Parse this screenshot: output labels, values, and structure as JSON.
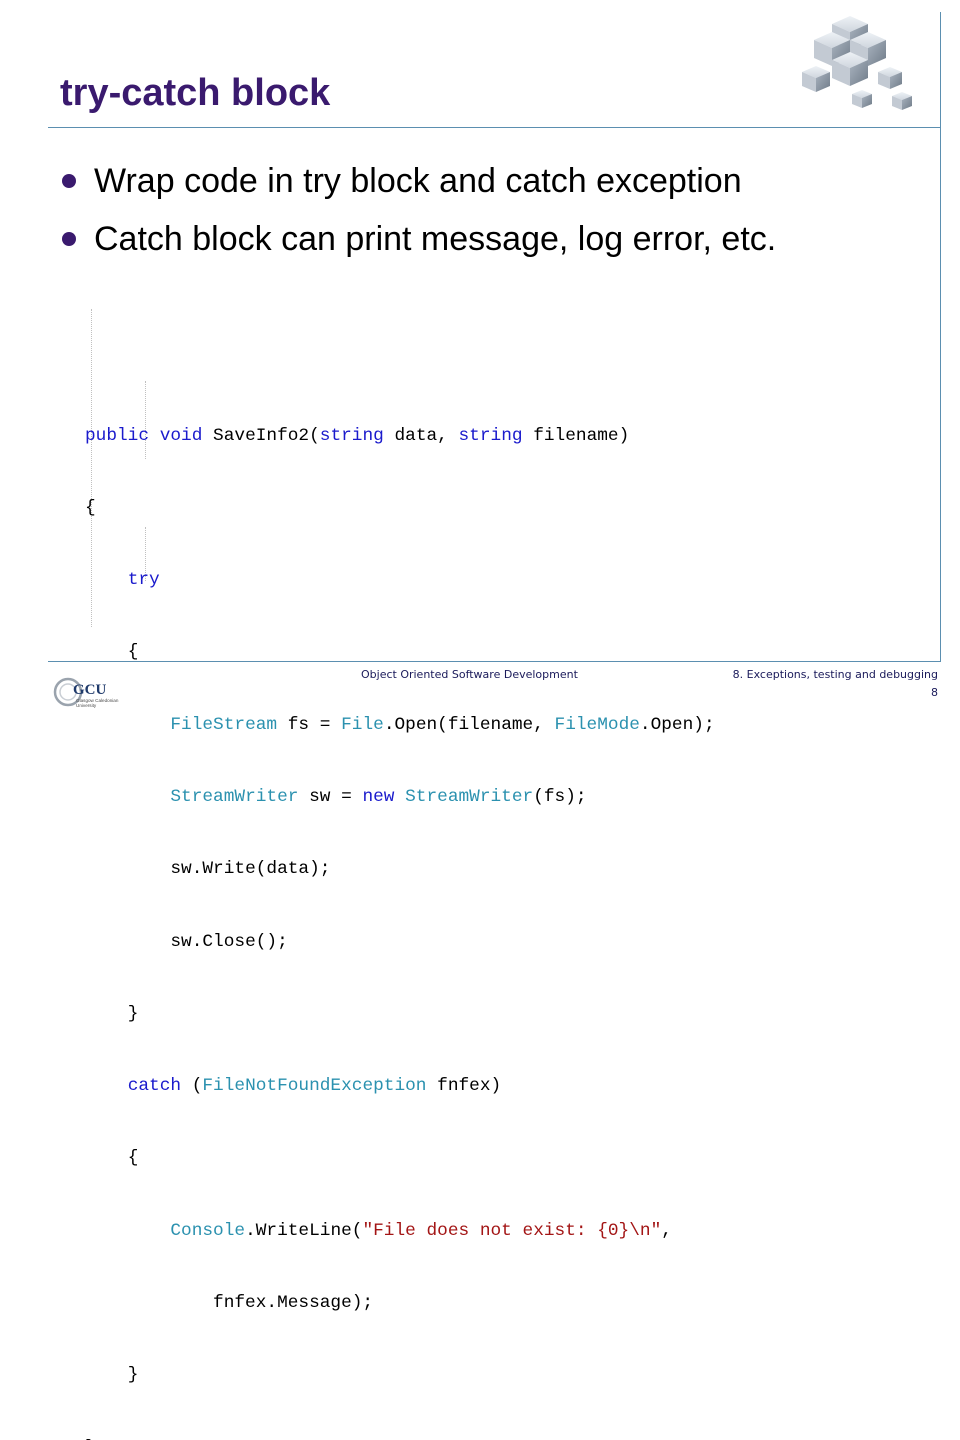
{
  "slide": {
    "title": "try-catch block",
    "bullets": [
      "Wrap code in try block and catch exception",
      "Catch block can print message, log error, etc."
    ],
    "code": {
      "line1": {
        "a": "public",
        "b": " ",
        "c": "void",
        "d": " SaveInfo2(",
        "e": "string",
        "f": " data, ",
        "g": "string",
        "h": " filename)"
      },
      "line2": {
        "a": "{"
      },
      "line3": {
        "a": "try"
      },
      "line4": {
        "a": "{"
      },
      "line5": {
        "a": "FileStream",
        "b": " fs = ",
        "c": "File",
        "d": ".Open(filename, ",
        "e": "FileMode",
        "f": ".Open);"
      },
      "line6": {
        "a": "StreamWriter",
        "b": " sw = ",
        "c": "new",
        "d": " ",
        "e": "StreamWriter",
        "f": "(fs);"
      },
      "line7": {
        "a": "sw.Write(data);"
      },
      "line8": {
        "a": "sw.Close();"
      },
      "line9": {
        "a": "}"
      },
      "line10": {
        "a": "catch",
        "b": " (",
        "c": "FileNotFoundException",
        "d": " fnfex)"
      },
      "line11": {
        "a": "{"
      },
      "line12": {
        "a": "Console",
        "b": ".WriteLine(",
        "c": "\"File does not exist: {0}\\n\"",
        "d": ","
      },
      "line13": {
        "a": "fnfex.Message);"
      },
      "line14": {
        "a": "}"
      },
      "line15": {
        "a": "}"
      }
    }
  },
  "footer": {
    "course": "Object Oriented Software Development",
    "chapter": "8. Exceptions, testing and debugging",
    "page": "8",
    "logo_text": "GCU",
    "logo_subtext_1": "Glasgow Caledonian",
    "logo_subtext_2": "University"
  },
  "colors": {
    "title": "#3a1a6e",
    "keyword": "#1a1acc",
    "type": "#2b91af",
    "string": "#a31515",
    "rule": "#5b8fb0"
  }
}
